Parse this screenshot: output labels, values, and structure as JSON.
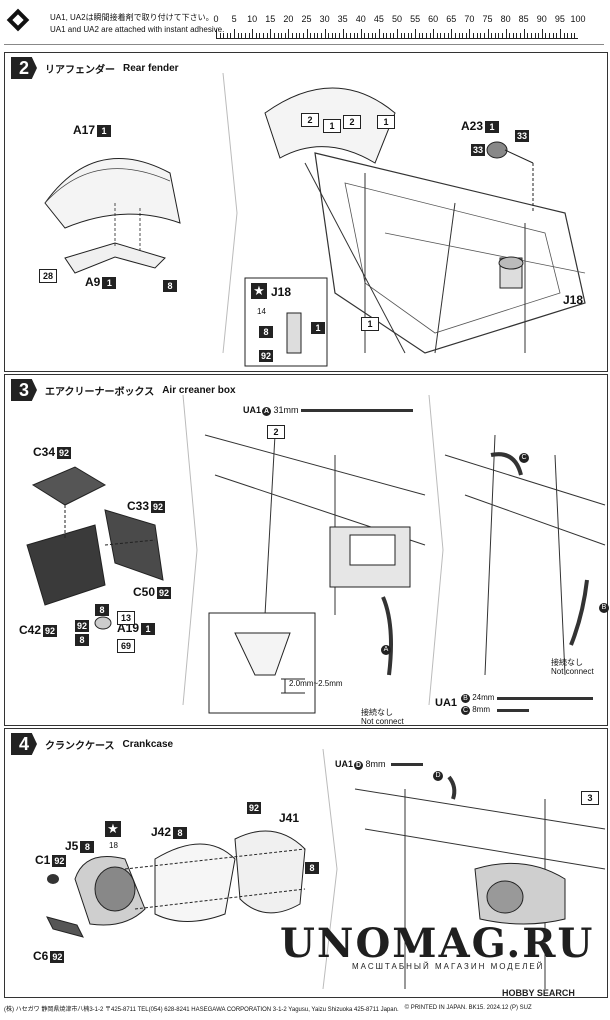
{
  "adhesive_note": {
    "ja": "UA1, UA2は瞬間接着剤で取り付けて下さい。",
    "en": "UA1 and UA2 are attached with instant adhesive."
  },
  "ruler": {
    "ticks": [
      "0",
      "5",
      "10",
      "15",
      "20",
      "25",
      "30",
      "35",
      "40",
      "45",
      "50",
      "55",
      "60",
      "65",
      "70",
      "75",
      "80",
      "85",
      "90",
      "95",
      "100"
    ]
  },
  "step2": {
    "number": "2",
    "title_ja": "リアフェンダー",
    "title_en": "Rear fender",
    "labels": {
      "a17": "A17",
      "a17_badge": "1",
      "a9": "A9",
      "a9_badge": "1",
      "p28": "28",
      "p8": "8",
      "a23": "A23",
      "a23_badge": "1",
      "p33a": "33",
      "p33b": "33",
      "j18": "J18",
      "j18_star": "J18",
      "inset_14": "14",
      "inset_8": "8",
      "inset_1": "1",
      "inset_92": "92",
      "p1_frame": "1",
      "seq2": "2",
      "seq1a": "1",
      "seq2b": "2",
      "seq1b": "1"
    }
  },
  "step3": {
    "number": "3",
    "title_ja": "エアクリーナーボックス",
    "title_en": "Air creaner box",
    "labels": {
      "c34": "C34",
      "c34_badge": "92",
      "c33": "C33",
      "c33_badge": "92",
      "c50": "C50",
      "c50_badge": "92",
      "c42": "C42",
      "c42_badge": "92",
      "a19": "A19",
      "a19_badge": "1",
      "p8a": "8",
      "p13": "13",
      "p92": "92",
      "p8b": "8",
      "p69": "69",
      "seq2": "2",
      "ua1a": "UA1",
      "ua1a_circ": "A",
      "ua1a_len": "31mm",
      "gap": "2.0mm~2.5mm",
      "circ_a": "A",
      "no_connect_ja": "接続なし",
      "no_connect_en": "Not connect",
      "circ_b": "B",
      "circ_c": "C",
      "no_connect2_ja": "接続なし",
      "no_connect2_en": "Not connect",
      "ua1": "UA1",
      "ua1_b": "B",
      "ua1_b_len": "24mm",
      "ua1_c": "C",
      "ua1_c_len": "8mm"
    }
  },
  "step4": {
    "number": "4",
    "title_ja": "クランクケース",
    "title_en": "Crankcase",
    "labels": {
      "c1": "C1",
      "c1_badge": "92",
      "j5": "J5",
      "j5_badge": "8",
      "p18": "18",
      "j42": "J42",
      "j42_badge": "8",
      "j41": "J41",
      "p92": "92",
      "p8": "8",
      "c6": "C6",
      "c6_badge": "92",
      "ua1d": "UA1",
      "ua1d_circ": "D",
      "ua1d_len": "8mm",
      "circ_d": "D",
      "seq3": "3"
    }
  },
  "footer": {
    "text": "(株) ハセガワ 静岡県焼津市八楠3-1-2 〒425-8711 TEL(054) 628-8241  HASEGAWA CORPORATION 3-1-2 Yagusu, Yaizu Shizuoka 425-8711 Japan.",
    "printed": "© PRINTED IN JAPAN. BK15. 2024.12 (P) SUZ"
  },
  "watermark": {
    "main": "UNOMAG.RU",
    "sub": "МАСШТАБНЫЙ МАГАЗИН МОДЕЛЕЙ"
  },
  "hobby_search": "HOBBY SEARCH"
}
